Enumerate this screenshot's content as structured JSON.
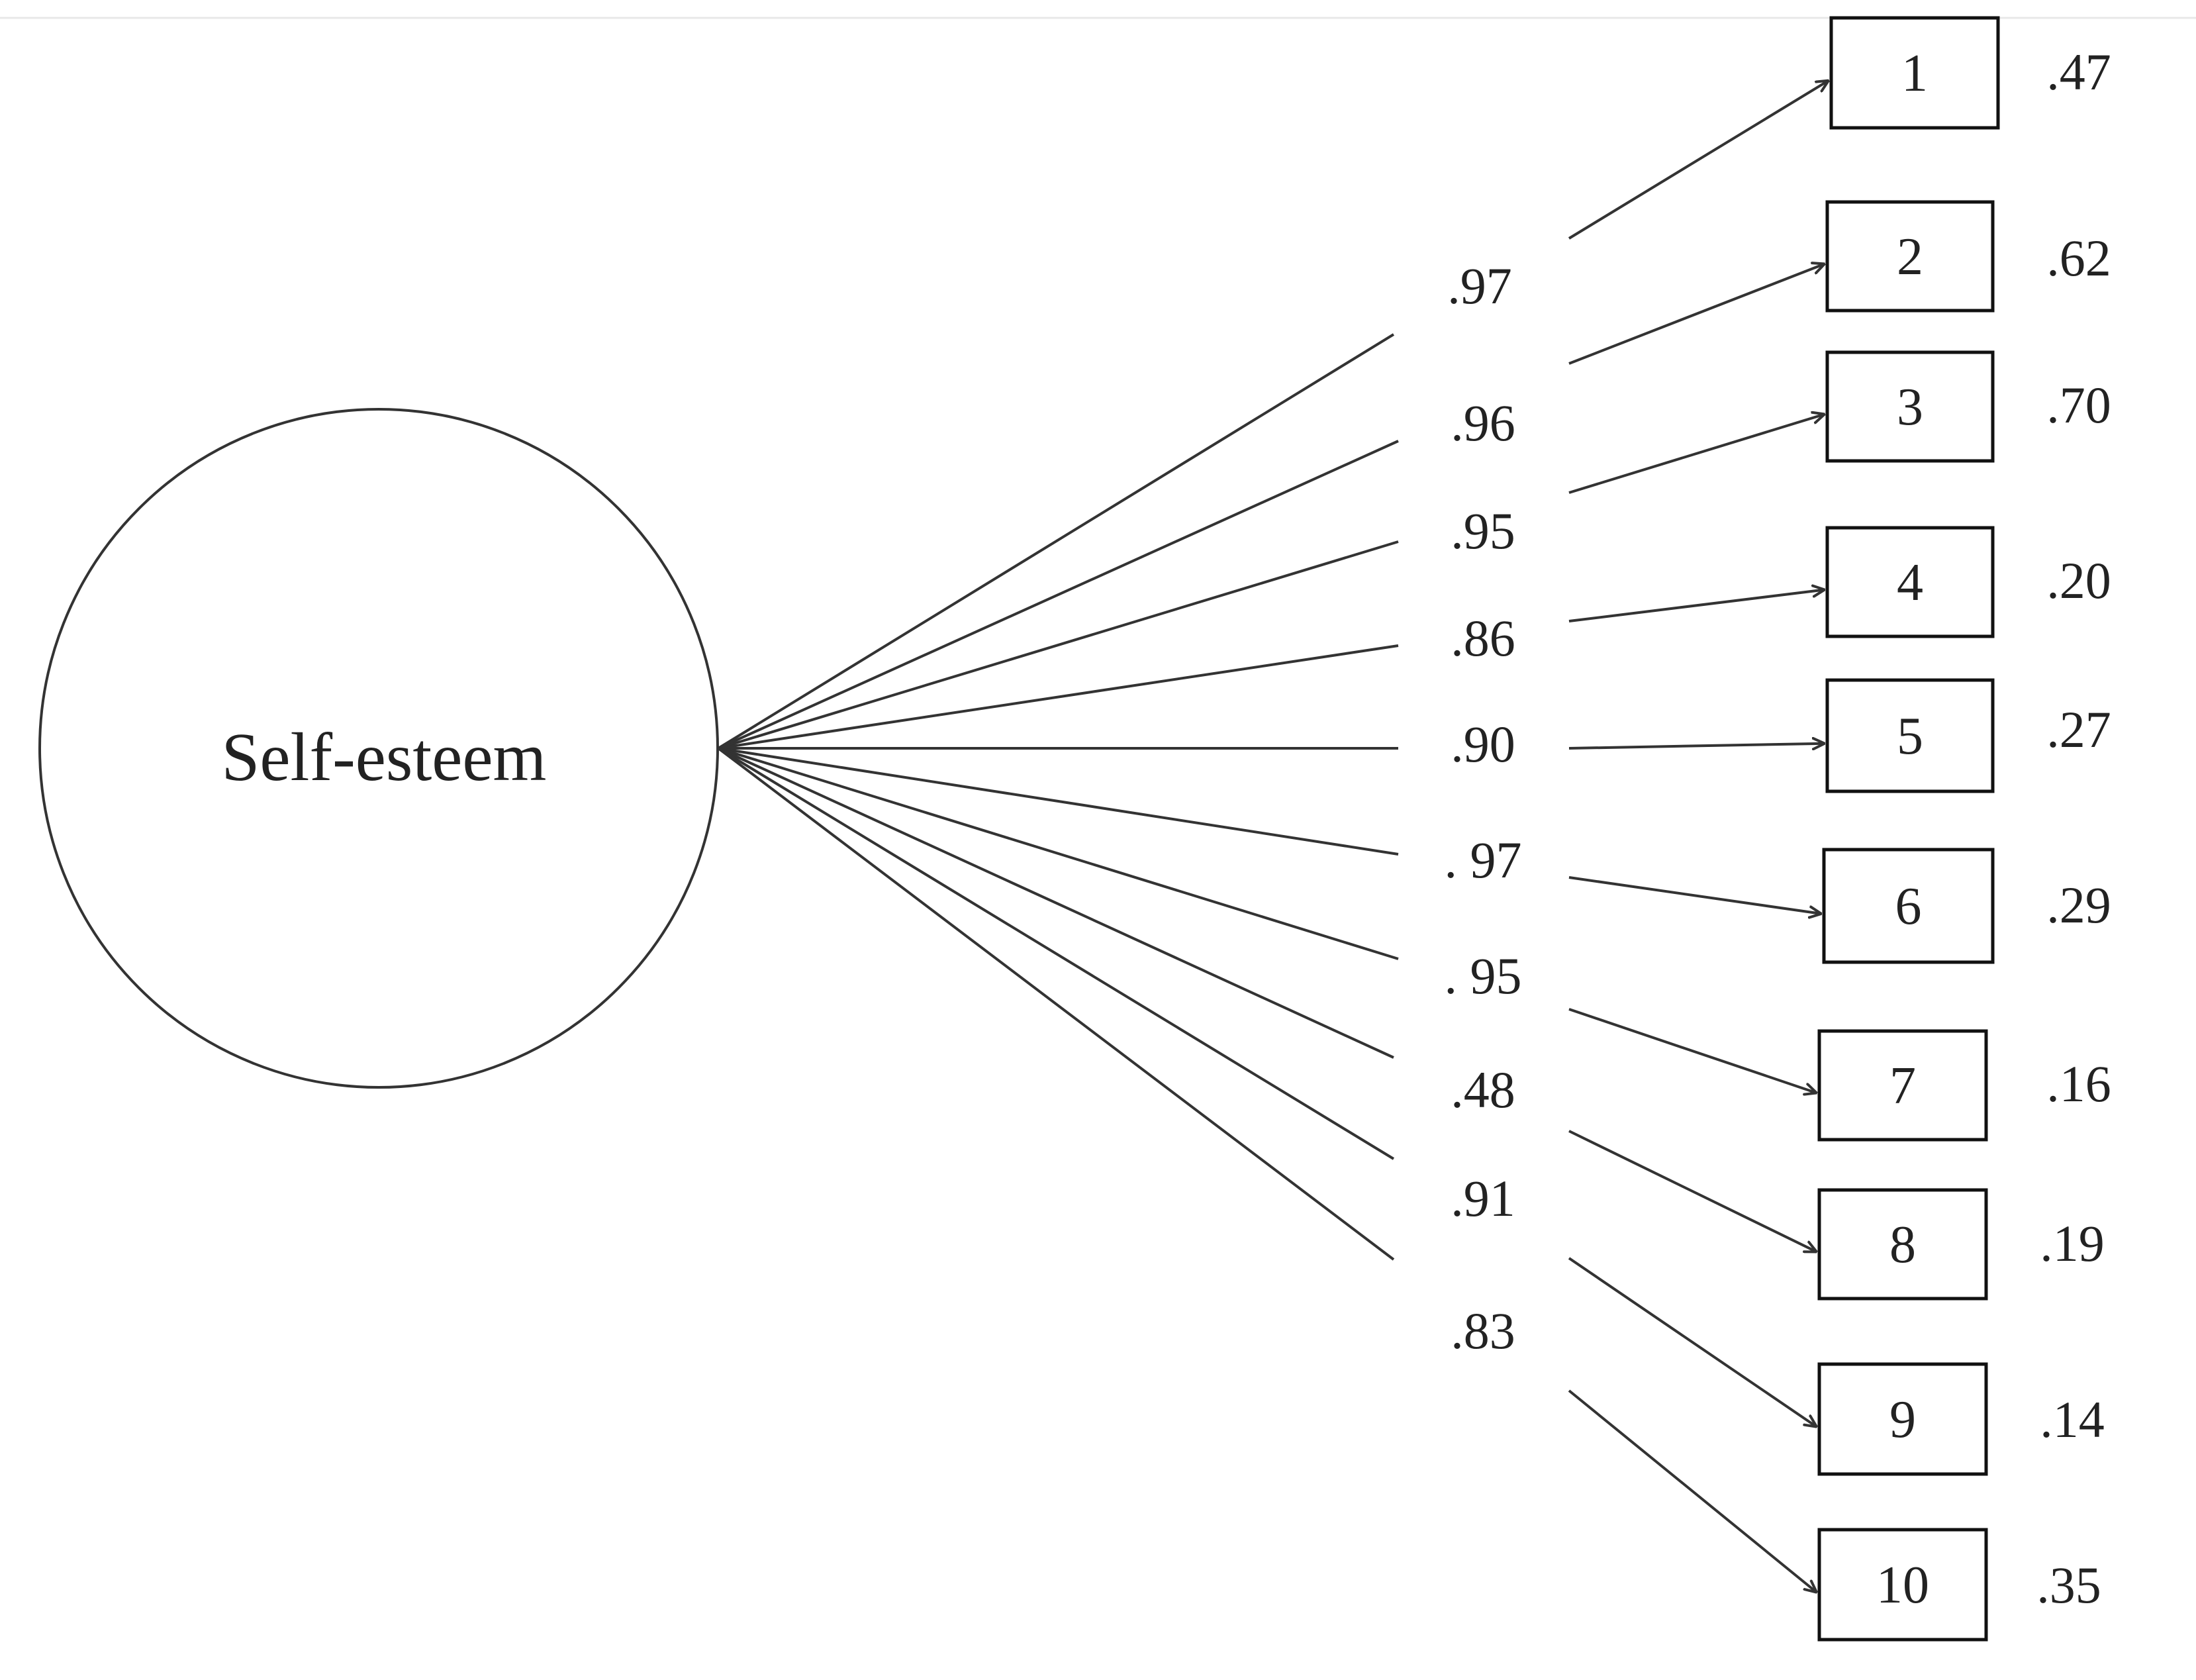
{
  "latent": {
    "label": "Self-esteem"
  },
  "items": [
    {
      "label": "1",
      "loading": ".97",
      "error": ".47"
    },
    {
      "label": "2",
      "loading": ".96",
      "error": ".62"
    },
    {
      "label": "3",
      "loading": ".95",
      "error": ".70"
    },
    {
      "label": "4",
      "loading": ".86",
      "error": ".20"
    },
    {
      "label": "5",
      "loading": ".90",
      "error": ".27"
    },
    {
      "label": "6",
      "loading": ". 97",
      "error": ".29"
    },
    {
      "label": "7",
      "loading": ". 95",
      "error": ".16"
    },
    {
      "label": "8",
      "loading": ".48",
      "error": ".19"
    },
    {
      "label": "9",
      "loading": ".91",
      "error": ".14"
    },
    {
      "label": "10",
      "loading": ".83",
      "error": ".35"
    }
  ],
  "colors": {
    "stroke": "#333333",
    "text": "#222222",
    "background": "#ffffff"
  }
}
